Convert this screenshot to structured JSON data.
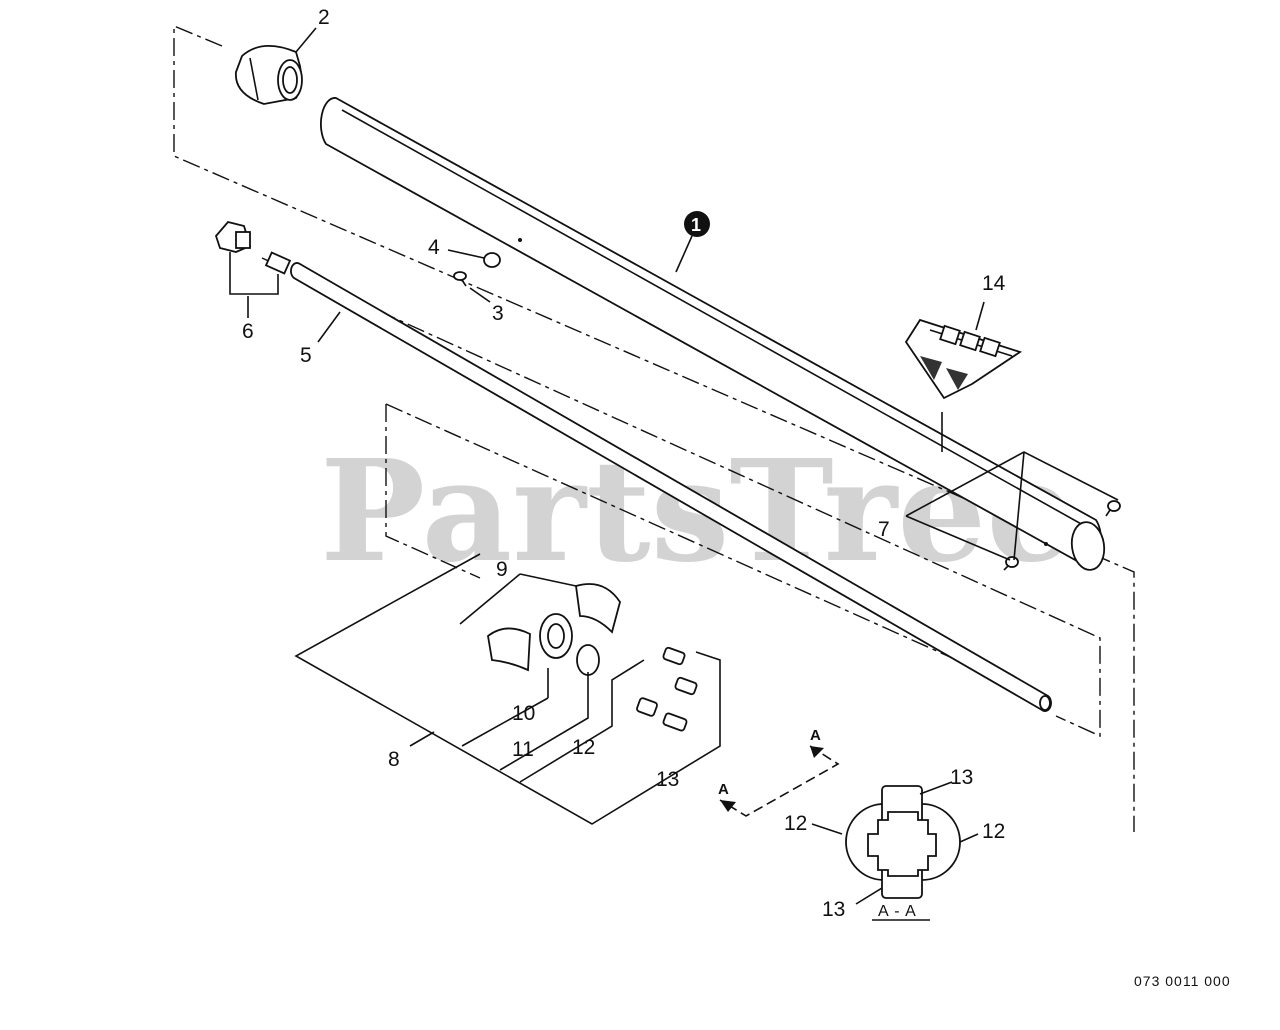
{
  "watermark": {
    "text": "PartsTree",
    "trademark": "™"
  },
  "callouts": {
    "c1": "1",
    "c2": "2",
    "c3": "3",
    "c4": "4",
    "c5": "5",
    "c6": "6",
    "c7": "7",
    "c8": "8",
    "c9": "9",
    "c10": "10",
    "c11": "11",
    "c12": "12",
    "c13": "13",
    "c14": "14"
  },
  "section_view": {
    "label_top_13": "13",
    "label_left_12": "12",
    "label_right_12": "12",
    "label_bottom_13": "13",
    "caption": "A - A"
  },
  "section_arrows": {
    "upper": "A",
    "lower": "A"
  },
  "diagram_code": "073 0011 000"
}
